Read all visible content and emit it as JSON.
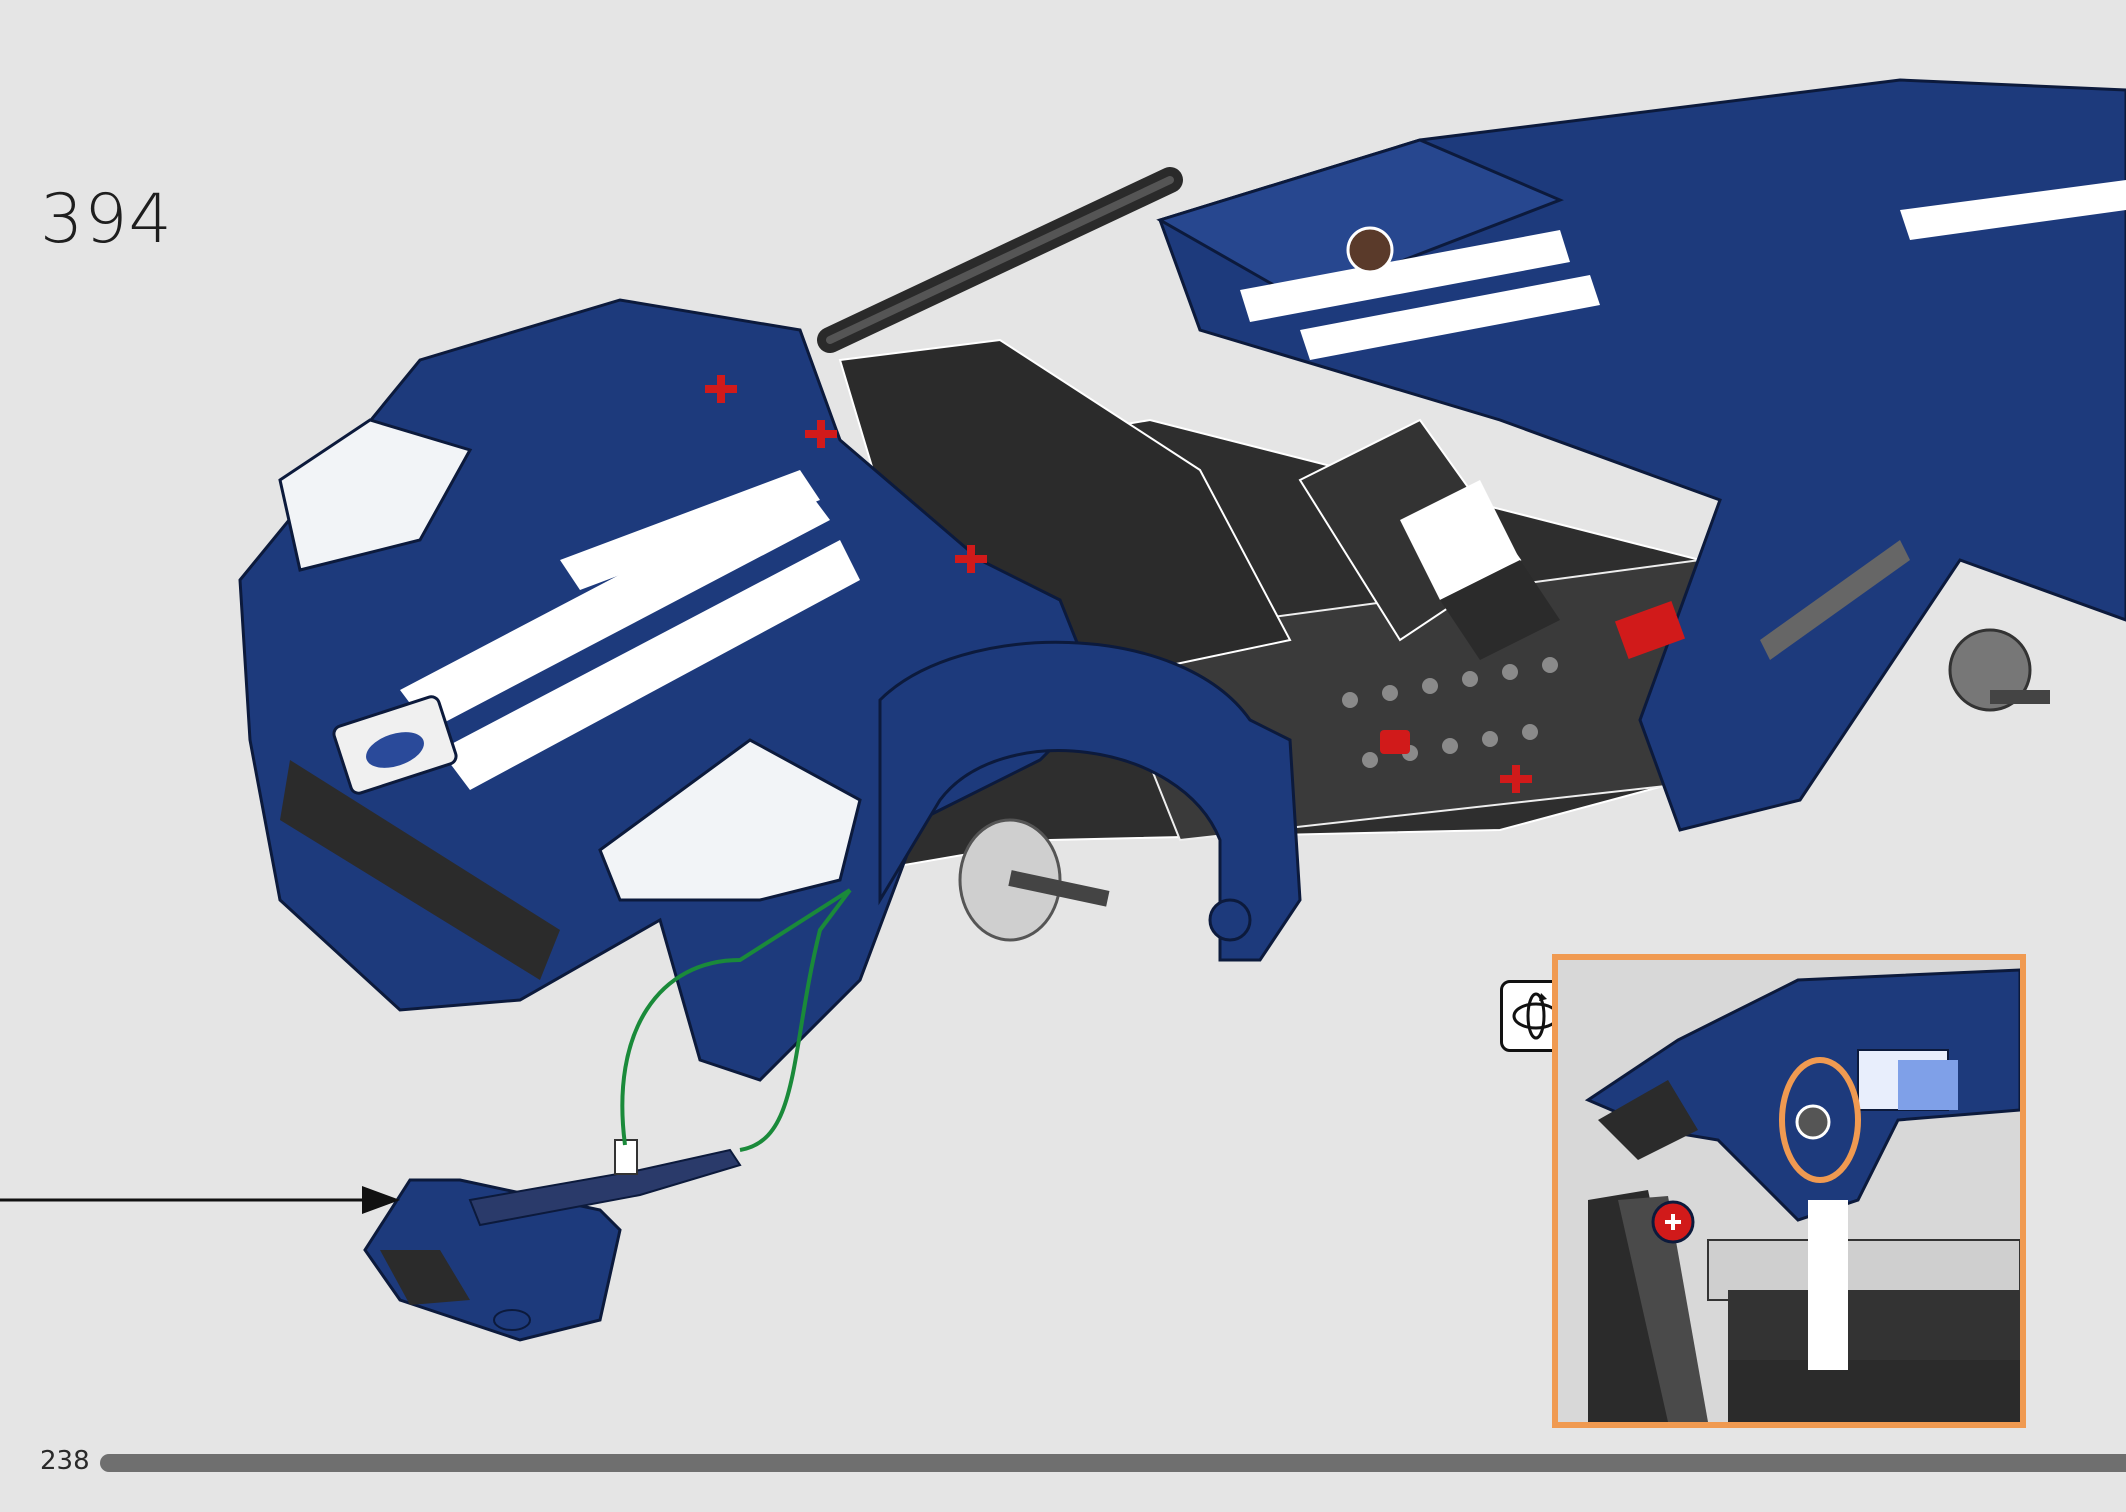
{
  "step": {
    "number": "394"
  },
  "footer": {
    "page_number": "238",
    "progress_fraction": 0.97
  },
  "callout": {
    "icon": "rotate-view-icon",
    "border_color": "#f09a51",
    "highlight_color": "#f09a51"
  },
  "colors": {
    "body_blue": "#1d3a7c",
    "stripe_white": "#ffffff",
    "frame_black": "#2b2b2b",
    "connector_red": "#d11a1a",
    "guide_green": "#1a8a3a",
    "background": "#e5e5e5"
  }
}
